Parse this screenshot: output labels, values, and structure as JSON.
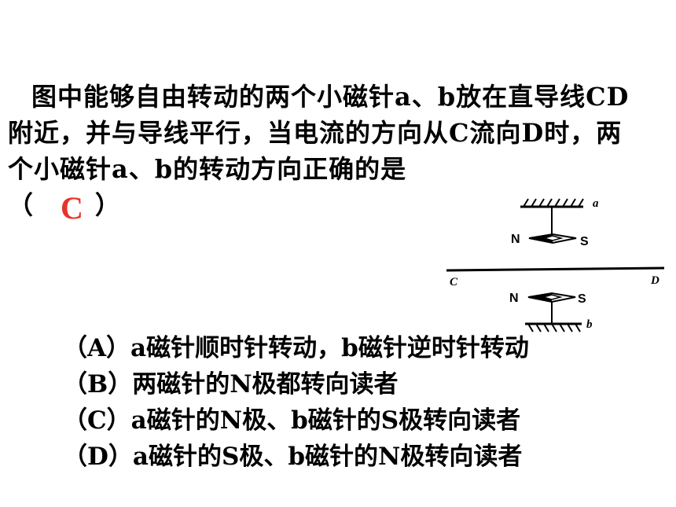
{
  "question": {
    "text": "图中能够自由转动的两个小磁针a、b放在直导线CD附近，并与导线平行，当电流的方向从C流向D时，两个小磁针a、b的转动方向正确的是",
    "paren_open": "（",
    "paren_close": "）",
    "answer": "C"
  },
  "diagram": {
    "labels": {
      "needle_a": "a",
      "needle_b": "b",
      "wire_start": "C",
      "wire_end": "D",
      "north_a": "N",
      "south_a": "S",
      "north_b": "N",
      "south_b": "S"
    }
  },
  "options": [
    {
      "id": "A",
      "text": "（A）a磁针顺时针转动，b磁针逆时针转动"
    },
    {
      "id": "B",
      "text": "（B）两磁针的N极都转向读者"
    },
    {
      "id": "C",
      "text": "（C）a磁针的N极、b磁针的S极转向读者"
    },
    {
      "id": "D",
      "text": "（D）a磁针的S极、b磁针的N极转向读者"
    }
  ],
  "colors": {
    "answer": "#e8322b",
    "text": "#000000"
  }
}
